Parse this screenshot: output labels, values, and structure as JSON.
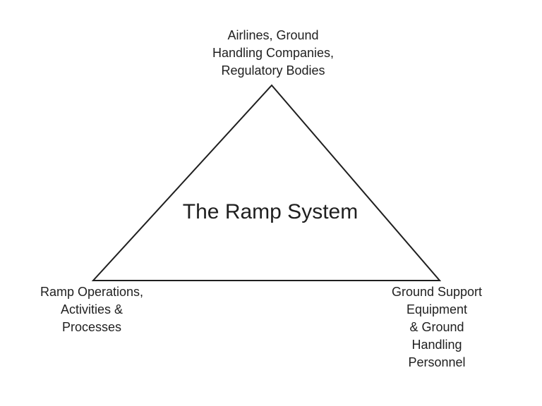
{
  "diagram": {
    "center_label": "The Ramp System",
    "top_label": "Airlines, Ground\nHandling Companies,\nRegulatory Bodies",
    "bottom_left_label": "Ramp Operations,\nActivities &\nProcesses",
    "bottom_right_label": "Ground Support Equipment\n& Ground Handling\nPersonnel",
    "colors": {
      "line": "#1f1f1f",
      "text": "#1f1f1f",
      "background": "#ffffff"
    }
  }
}
